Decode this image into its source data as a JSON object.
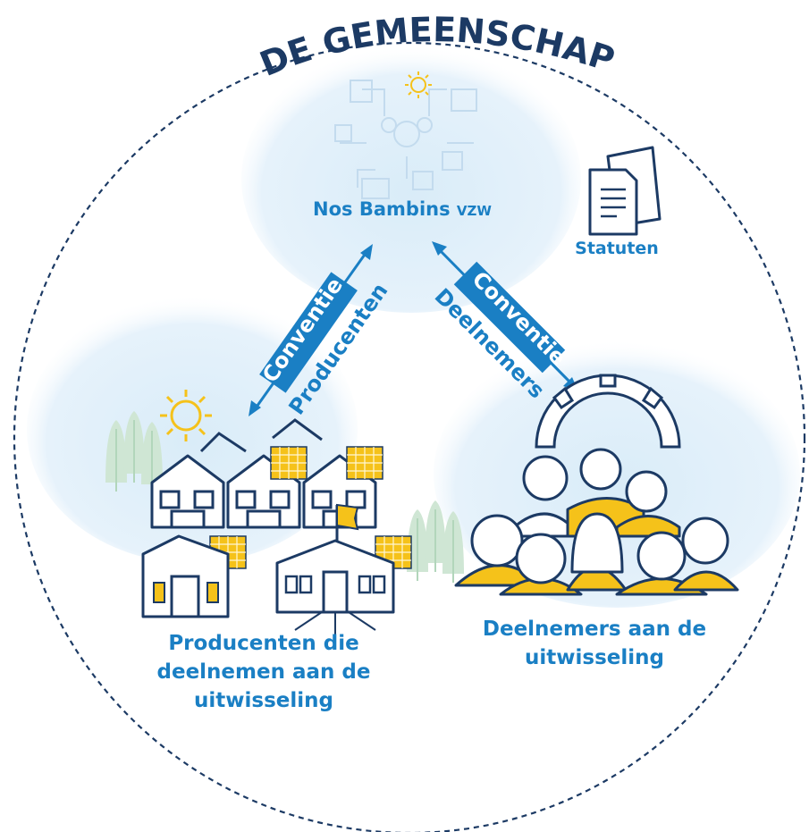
{
  "title": "DE GEMEENSCHAP",
  "organization": {
    "name": "Nos Bambins",
    "suffix": "VZW"
  },
  "documents_label": "Statuten",
  "conventions": {
    "producers": {
      "line1": "Conventie",
      "line2": "Producenten"
    },
    "participants": {
      "line1": "Conventie",
      "line2": "Deelnemers"
    }
  },
  "producers_label": [
    "Producenten die",
    "deelnemen aan de",
    "uitwisseling"
  ],
  "participants_label": [
    "Deelnemers aan de",
    "uitwisseling"
  ],
  "icons": [
    "sun-icon",
    "document-stack-icon",
    "gear-icon",
    "solar-panel-icon",
    "flag-icon",
    "network-icon"
  ],
  "colors": {
    "navy": "#1c3a64",
    "accent_blue": "#1a7fc4",
    "sky": "#d6eaf7",
    "yellow": "#f5c21a",
    "tree_green": "#cfe6d4"
  }
}
